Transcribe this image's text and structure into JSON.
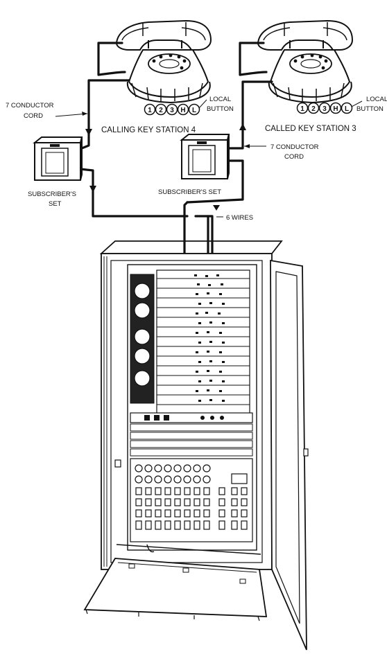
{
  "labels": {
    "conductor_cord_left_1": "7 CONDUCTOR",
    "conductor_cord_left_2": "CORD",
    "local_button_left_1": "LOCAL",
    "local_button_left_2": "BUTTON",
    "calling_station": "CALLING KEY STATION 4",
    "local_button_right_1": "LOCAL",
    "local_button_right_2": "BUTTON",
    "called_station": "CALLED KEY STATION 3",
    "conductor_cord_right_1": "7 CONDUCTOR",
    "conductor_cord_right_2": "CORD",
    "subscriber_set_left_1": "SUBSCRIBER'S",
    "subscriber_set_left_2": "SET",
    "subscriber_set_right": "SUBSCRIBER'S SET",
    "six_wires": "6 WIRES"
  },
  "key_buttons": [
    "1",
    "2",
    "3",
    "H",
    "L"
  ]
}
